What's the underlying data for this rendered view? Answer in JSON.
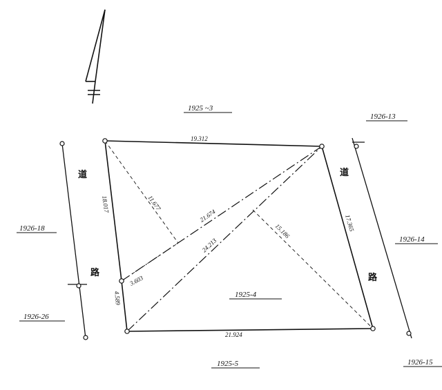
{
  "lots": {
    "north": "1925 ~3",
    "ne": "1926-13",
    "west": "1926-18",
    "sw": "1926-26",
    "east": "1926-14",
    "south": "1925-5",
    "se": "1926-15",
    "center": "1925-4"
  },
  "dimensions": {
    "top": "19.312",
    "bottom": "21.924",
    "left": "18.017",
    "right": "17.365",
    "left_lower": "4.589",
    "diag_tl_short": "11.677",
    "diag_a": "21.674",
    "diag_b": "24.213",
    "diag_c": "15.186",
    "short_seg": "3.603"
  },
  "road": {
    "west_char_top": "道",
    "west_char_bottom": "路",
    "east_char_top": "道",
    "east_char_bottom": "路"
  },
  "north_arrow": {
    "icon": "north-arrow-icon"
  }
}
